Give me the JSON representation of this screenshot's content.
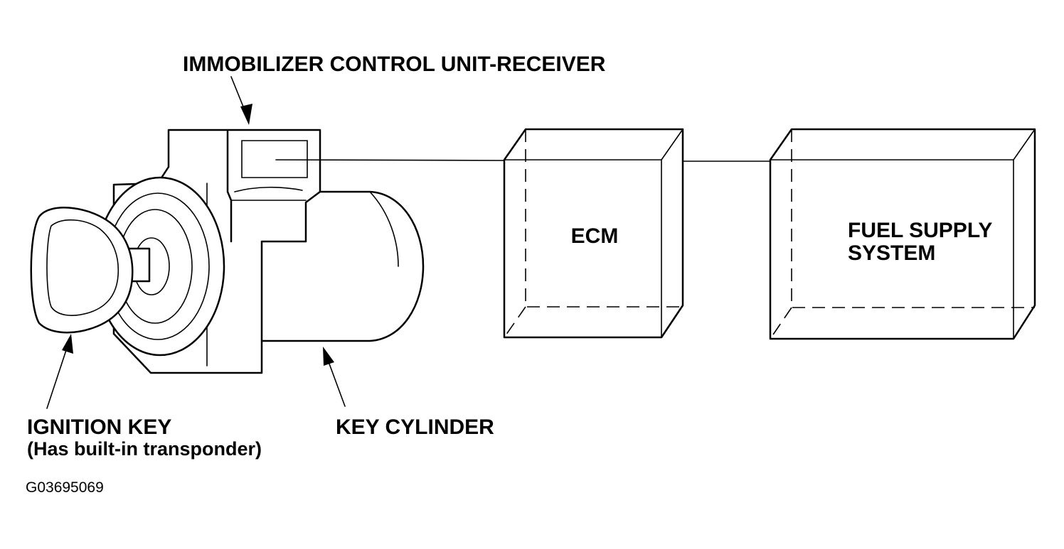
{
  "labels": {
    "immobilizer": "IMMOBILIZER CONTROL UNIT-RECEIVER",
    "ecm": "ECM",
    "fuel_supply_line1": "FUEL SUPPLY",
    "fuel_supply_line2": "SYSTEM",
    "ignition_key": "IGNITION KEY",
    "ignition_key_note": "(Has built-in transponder)",
    "key_cylinder": "KEY CYLINDER",
    "figure_code": "G03695069"
  }
}
